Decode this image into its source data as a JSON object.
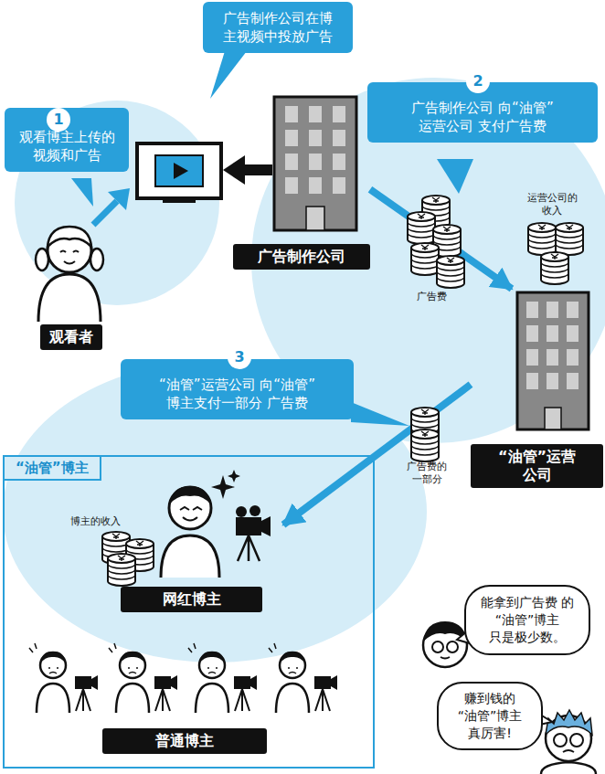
{
  "diagram": {
    "nodes": [
      {
        "text": [
          "观看博主上传的 视频和广告"
        ]
      },
      {
        "text": [
          "广告制作公司在博 主视频中投放广告"
        ]
      },
      {
        "text": [
          "广告制作公司 向“油管”运营公司 支付广告费"
        ]
      },
      {
        "text": [
          "“油管”运营公司 向“油管”博主支付一部分 广告费"
        ]
      },
      {
        "text": [
          "观看者"
        ]
      },
      {
        "text": [
          "广告制作公司"
        ]
      },
      {
        "text": [
          "“油管”运营 公司"
        ]
      },
      {
        "text": [
          "“油管”博主"
        ]
      },
      {
        "text": [
          "网红博主"
        ],
        "in": 7
      },
      {
        "text": [
          "普通博主"
        ],
        "in": 7
      },
      {
        "text": [
          "能拿到广告费 的“油管”博主 只是极少数。"
        ]
      },
      {
        "text": [
          "赚到钱的 “油管”博主 真厉害!"
        ]
      }
    ],
    "edges": [
      {
        "from": 5,
        "to": 6,
        "arrow": "to"
      },
      {
        "from": 6,
        "to": 8,
        "arrow": "to"
      }
    ],
    "labels": [
      "1",
      "2",
      "3",
      "运营公司的 收入",
      "广告费",
      "广告费的 一部分",
      "博主的收入"
    ]
  }
}
